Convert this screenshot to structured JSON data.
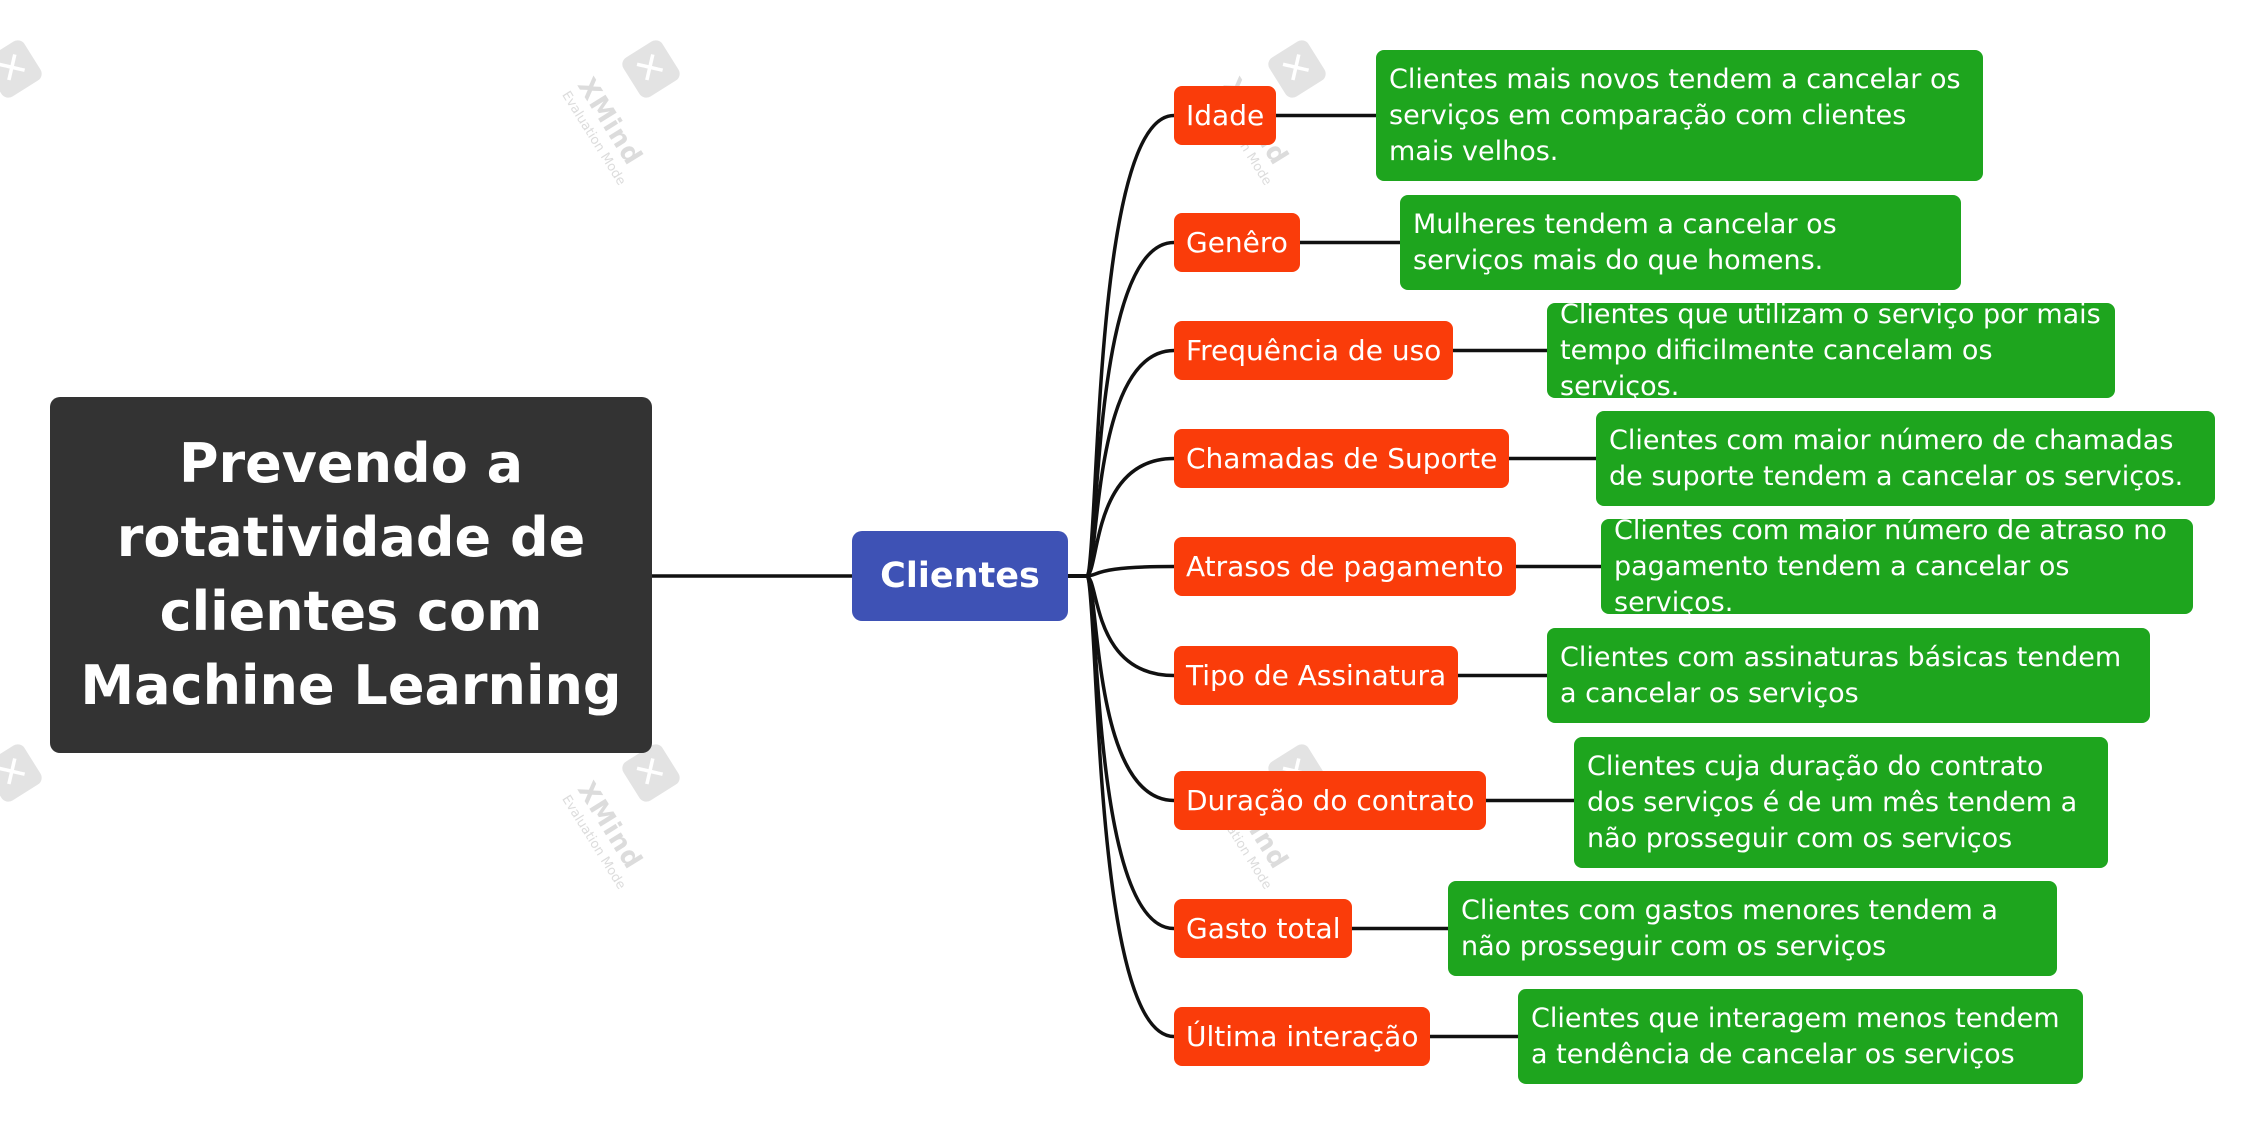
{
  "central_topic": "Prevendo a rotatividade de clientes com Machine Learning",
  "hub": "Clientes",
  "colors": {
    "central": "#333333",
    "hub": "#3e52b5",
    "topic": "#fa3c0a",
    "note": "#1ea51e",
    "connector": "#111111"
  },
  "branches": [
    {
      "topic": "Idade",
      "note": "Clientes mais novos  tendem a cancelar os serviços em comparação com clientes mais velhos."
    },
    {
      "topic": "Genêro",
      "note": "Mulheres tendem a cancelar os serviços mais do que homens."
    },
    {
      "topic": "Frequência de uso",
      "note": "Clientes que utilizam o serviço por mais tempo dificilmente cancelam os serviços."
    },
    {
      "topic": "Chamadas de Suporte",
      "note": "Clientes com maior número de chamadas de suporte tendem a cancelar os serviços."
    },
    {
      "topic": "Atrasos de pagamento",
      "note": "Clientes com maior número de atraso no pagamento tendem a cancelar os serviços."
    },
    {
      "topic": "Tipo de Assinatura",
      "note": "Clientes com assinaturas básicas tendem  a cancelar os serviços"
    },
    {
      "topic": "Duração do contrato",
      "note": "Clientes cuja duração do contrato dos serviços é de um mês tendem a não prosseguir com os serviços"
    },
    {
      "topic": "Gasto total",
      "note": "Clientes com gastos menores tendem a não prosseguir com os serviços"
    },
    {
      "topic": "Última interação",
      "note": "Clientes que interagem menos tendem a tendência de cancelar os serviços"
    }
  ],
  "watermark": {
    "brand": "XMind",
    "mode": "Evaluation Mode"
  }
}
